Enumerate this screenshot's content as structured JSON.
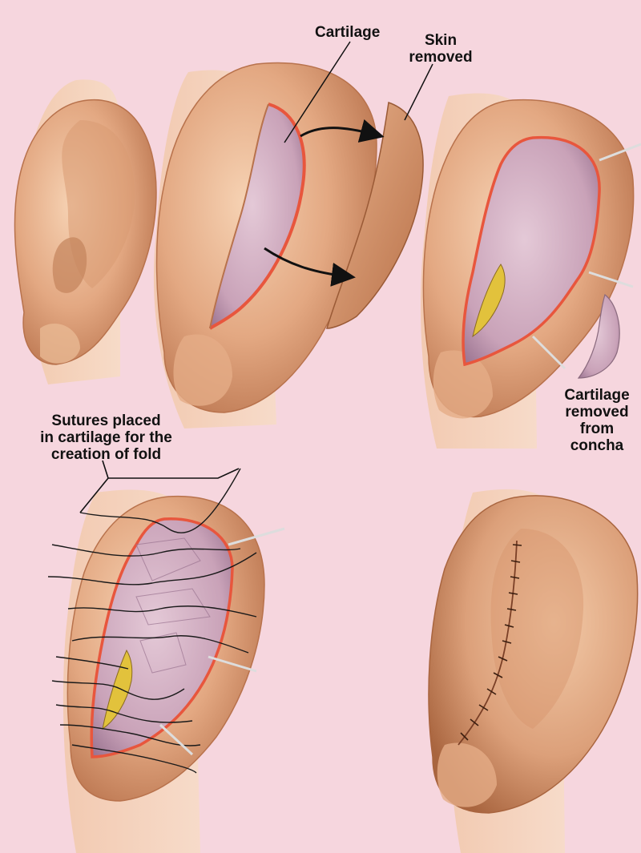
{
  "colors": {
    "background": "#f6d6de",
    "skin_light": "#f0c3a0",
    "skin_mid": "#d99c73",
    "skin_dark": "#b8724c",
    "cartilage": "#d7b3c6",
    "cartilage_shadow": "#a67e98",
    "incision": "#e8563d",
    "fat": "#e2c23c",
    "suture": "#1a1a1a",
    "arrow": "#111111"
  },
  "labels": {
    "cartilage": "Cartilage",
    "skin_removed": [
      "Skin",
      "removed"
    ],
    "cartilage_removed": [
      "Cartilage",
      "removed",
      "from",
      "concha"
    ],
    "sutures": [
      "Sutures placed",
      "in cartilage for the",
      "creation of fold"
    ]
  }
}
